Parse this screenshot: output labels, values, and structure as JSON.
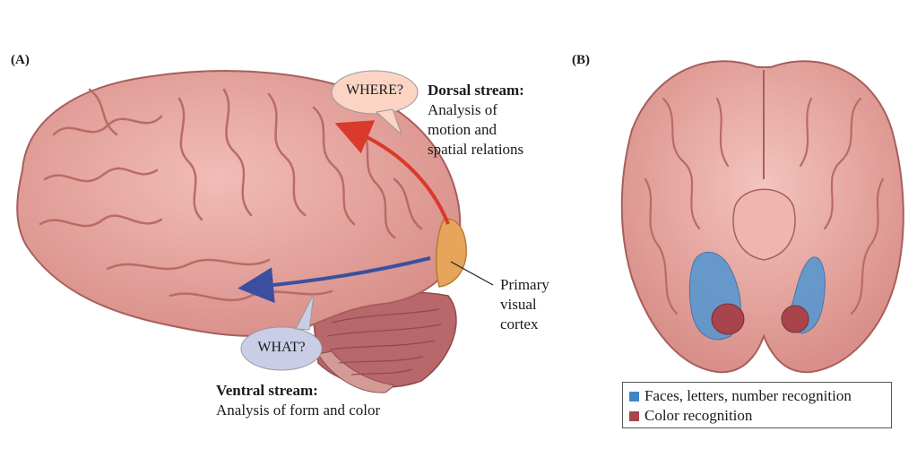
{
  "panel_a": {
    "label": "(A)",
    "dorsal": {
      "bubble": "WHERE?",
      "title": "Dorsal stream:",
      "lines": [
        "Analysis of",
        "motion and",
        "spatial relations"
      ]
    },
    "ventral": {
      "bubble": "WHAT?",
      "title": "Ventral stream:",
      "line": "Analysis of form and color"
    },
    "primary": {
      "lines": [
        "Primary",
        "visual",
        "cortex"
      ]
    }
  },
  "panel_b": {
    "label": "(B)",
    "legend": [
      {
        "label": "Faces, letters, number recognition",
        "color": "#3f86c6"
      },
      {
        "label": "Color recognition",
        "color": "#a8444c"
      }
    ]
  },
  "colors": {
    "brain": "#e8a6a0",
    "brain_dark": "#c9726f",
    "cerebellum": "#b8676a",
    "dorsal_arrow": "#d93a2b",
    "ventral_arrow": "#3b4fa0",
    "v1": "#e6a55a",
    "where_bubble": "#fbd4c4",
    "what_bubble": "#c9cde6"
  }
}
